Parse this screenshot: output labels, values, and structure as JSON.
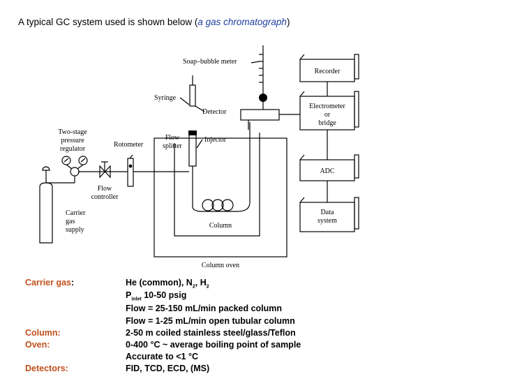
{
  "heading": {
    "prefix": "A typical GC system used is shown below (",
    "emphasis": "a gas chromatograph",
    "suffix": ")"
  },
  "diagram": {
    "labels": {
      "soap_bubble_meter": "Soap–bubble meter",
      "recorder": "Recorder",
      "electrometer_1": "Electrometer",
      "electrometer_2": "or",
      "electrometer_3": "bridge",
      "syringe": "Syringe",
      "detector": "Detector",
      "regulator_1": "Two-stage",
      "regulator_2": "pressure",
      "regulator_3": "regulator",
      "rotometer": "Rotometer",
      "flow_splitter_1": "Flow",
      "flow_splitter_2": "splitter",
      "injector": "Injector",
      "adc": "ADC",
      "flow_controller_1": "Flow",
      "flow_controller_2": "controller",
      "carrier_1": "Carrier",
      "carrier_2": "gas",
      "carrier_3": "supply",
      "data_system_1": "Data",
      "data_system_2": "system",
      "column": "Column",
      "column_oven": "Column oven"
    }
  },
  "specs": {
    "carrier_gas_label": "Carrier gas",
    "carrier_gas_colon": ":",
    "carrier_gas_value_a": "He (common), N",
    "carrier_gas_sub_a": "2",
    "carrier_gas_value_b": ", H",
    "carrier_gas_sub_b": "2",
    "pressure_p": "P",
    "pressure_sub": "inlet",
    "pressure_value": " 10-50 psig",
    "flow_packed": "Flow = 25-150 mL/min packed column",
    "flow_open": "Flow = 1-25 mL/min open tubular column",
    "column_label": "Column:",
    "column_value": "2-50 m coiled stainless steel/glass/Teflon",
    "oven_label": "Oven:",
    "oven_value": "0-400 °C ~ average boiling point of sample",
    "oven_accuracy": "Accurate to <1 °C",
    "detectors_label": "Detectors:",
    "detectors_value": "FID, TCD, ECD, (MS)"
  }
}
